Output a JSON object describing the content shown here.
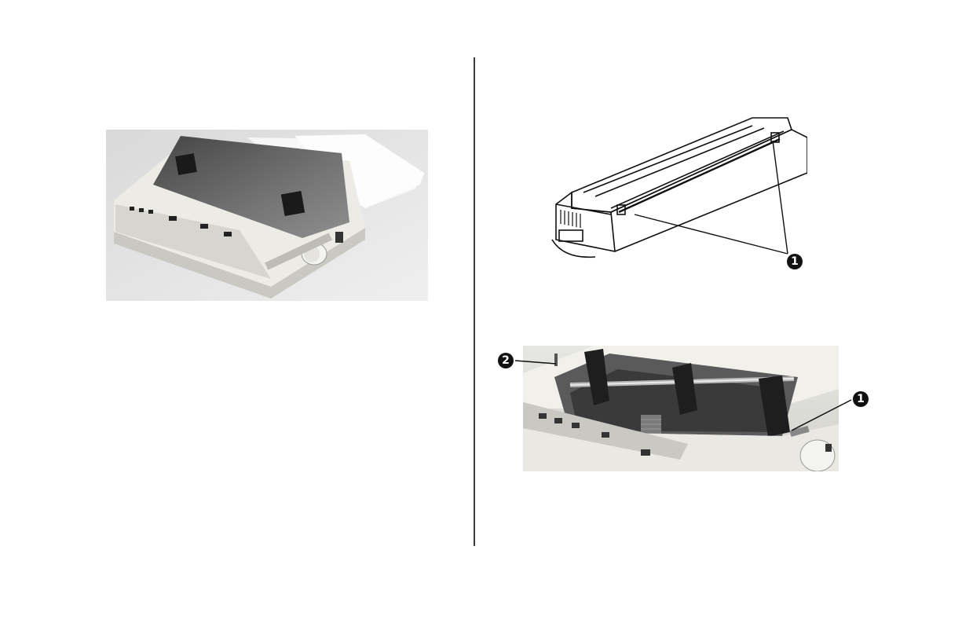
{
  "figures": {
    "lid_drawing": {
      "callout_1": "1"
    },
    "open_printer": {
      "callout_1": "1",
      "callout_2": "2"
    }
  },
  "colors": {
    "divider": "#3a3a3a",
    "photo_bg": "#e4e4e4",
    "printer_body": "#ecebe6",
    "smoked_cover": "#5a5a5a"
  }
}
